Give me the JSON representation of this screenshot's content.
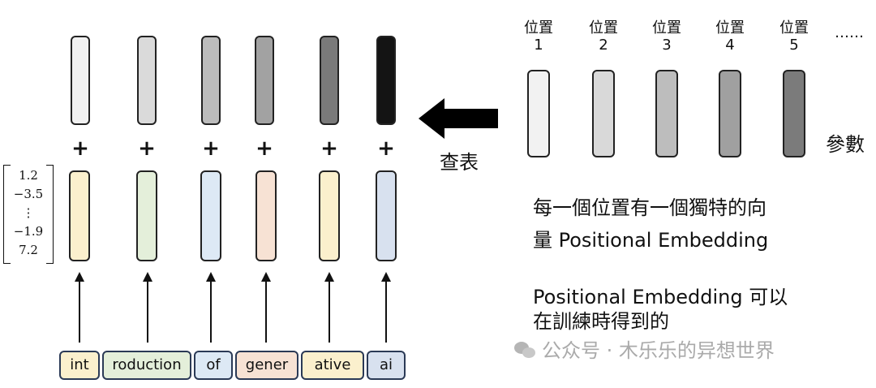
{
  "left": {
    "position_bar_colors": [
      "#f1f1f1",
      "#dadada",
      "#bcbcbc",
      "#a2a2a2",
      "#7a7a7a",
      "#141414"
    ],
    "plus_sign": "+",
    "embedding_bar_colors": [
      "#fbf0cd",
      "#e4efda",
      "#dde9f5",
      "#f7e2d4",
      "#fbf0cd",
      "#d8e1ef"
    ],
    "vector_values": [
      "1.2",
      "−3.5",
      "⋮",
      "−1.9",
      "7.2"
    ],
    "tokens": [
      {
        "label": "int",
        "color": "#fbf0cd"
      },
      {
        "label": "roduction",
        "color": "#e4efda"
      },
      {
        "label": "of",
        "color": "#dde9f5"
      },
      {
        "label": "gener",
        "color": "#f7e2d4"
      },
      {
        "label": "ative",
        "color": "#fbf0cd"
      },
      {
        "label": "ai",
        "color": "#d8e1ef"
      }
    ]
  },
  "lookup_label": "查表",
  "right": {
    "position_labels": [
      {
        "line1": "位置",
        "line2": "1"
      },
      {
        "line1": "位置",
        "line2": "2"
      },
      {
        "line1": "位置",
        "line2": "3"
      },
      {
        "line1": "位置",
        "line2": "4"
      },
      {
        "line1": "位置",
        "line2": "5"
      }
    ],
    "ellipsis": "……",
    "bar_colors": [
      "#f2f2f2",
      "#d9d9d9",
      "#bdbdbd",
      "#a0a0a0",
      "#7b7b7b"
    ],
    "param_label": "參數"
  },
  "description": {
    "line1": "每一個位置有一個獨特的向",
    "line2": "量 Positional Embedding",
    "line3": "Positional Embedding 可以",
    "line4": "在訓練時得到的"
  },
  "watermark": "公众号 · 木乐乐的异想世界"
}
